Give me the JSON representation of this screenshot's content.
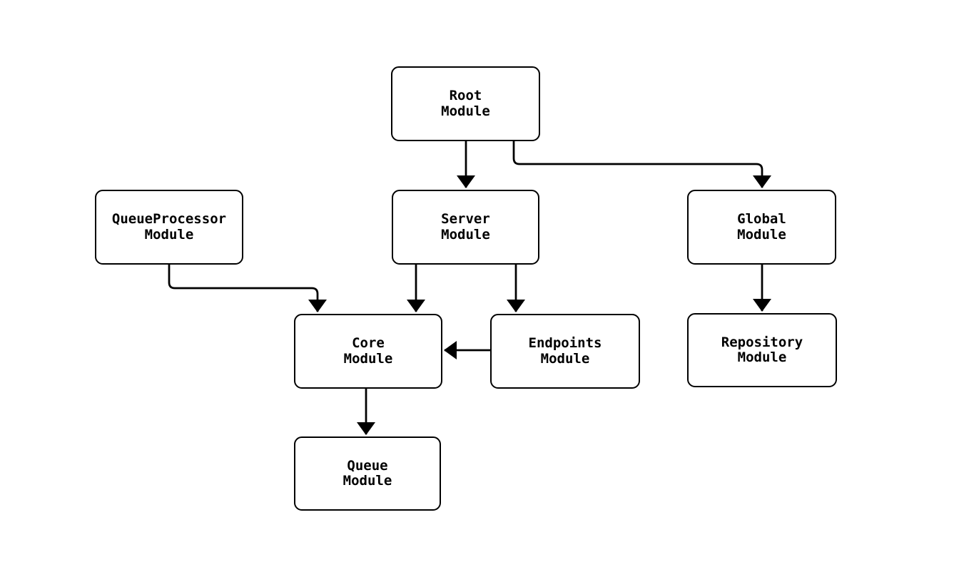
{
  "diagram": {
    "type": "flowchart",
    "colors": {
      "background": "#ffffff",
      "node_fill": "#ffffff",
      "stroke": "#000000",
      "text": "#000000"
    },
    "nodes": [
      {
        "id": "root",
        "label": "Root\nModule"
      },
      {
        "id": "queueprocessor",
        "label": "QueueProcessor\nModule"
      },
      {
        "id": "server",
        "label": "Server\nModule"
      },
      {
        "id": "global",
        "label": "Global\nModule"
      },
      {
        "id": "core",
        "label": "Core\nModule"
      },
      {
        "id": "endpoints",
        "label": "Endpoints\nModule"
      },
      {
        "id": "repository",
        "label": "Repository\nModule"
      },
      {
        "id": "queue",
        "label": "Queue\nModule"
      }
    ],
    "edges": [
      {
        "from": "root",
        "to": "server"
      },
      {
        "from": "root",
        "to": "global"
      },
      {
        "from": "queueprocessor",
        "to": "core"
      },
      {
        "from": "server",
        "to": "core"
      },
      {
        "from": "server",
        "to": "endpoints"
      },
      {
        "from": "endpoints",
        "to": "core"
      },
      {
        "from": "global",
        "to": "repository"
      },
      {
        "from": "core",
        "to": "queue"
      }
    ]
  }
}
